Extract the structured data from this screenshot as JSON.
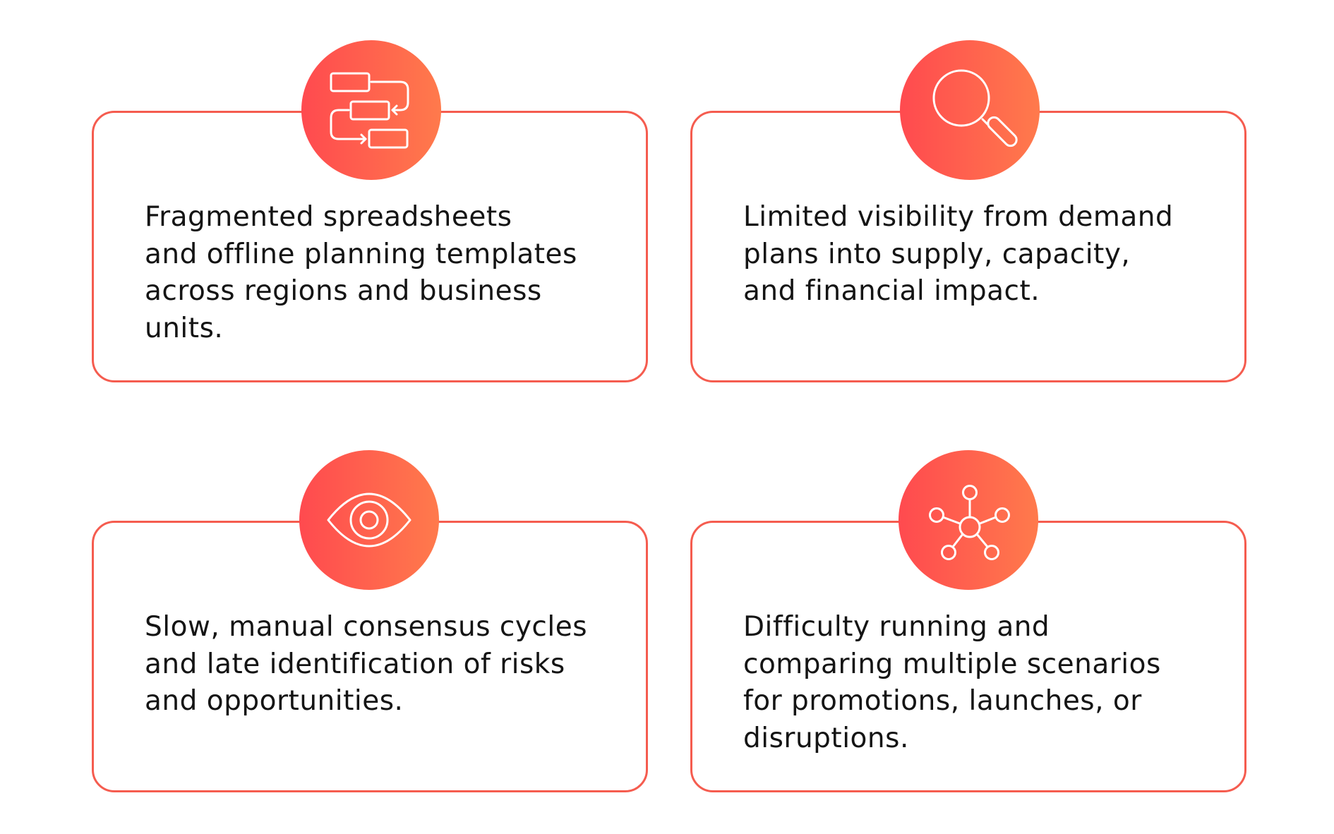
{
  "colors": {
    "accent_start": "#ff4a4f",
    "accent_end": "#ff7a4c",
    "card_border": "#f55c4f",
    "text": "#141414",
    "icon_stroke": "#ffffff"
  },
  "cards": [
    {
      "icon": "workflow-icon",
      "text": "Fragmented spreadsheets\nand offline planning templates\nacross regions and business\nunits."
    },
    {
      "icon": "magnifier-icon",
      "text": "Limited visibility from demand\nplans into supply, capacity,\nand financial impact."
    },
    {
      "icon": "eye-icon",
      "text": "Slow, manual consensus cycles\nand late identification of risks\nand opportunities."
    },
    {
      "icon": "network-icon",
      "text": "Difficulty running and\ncomparing multiple scenarios\nfor promotions, launches, or\ndisruptions."
    }
  ]
}
